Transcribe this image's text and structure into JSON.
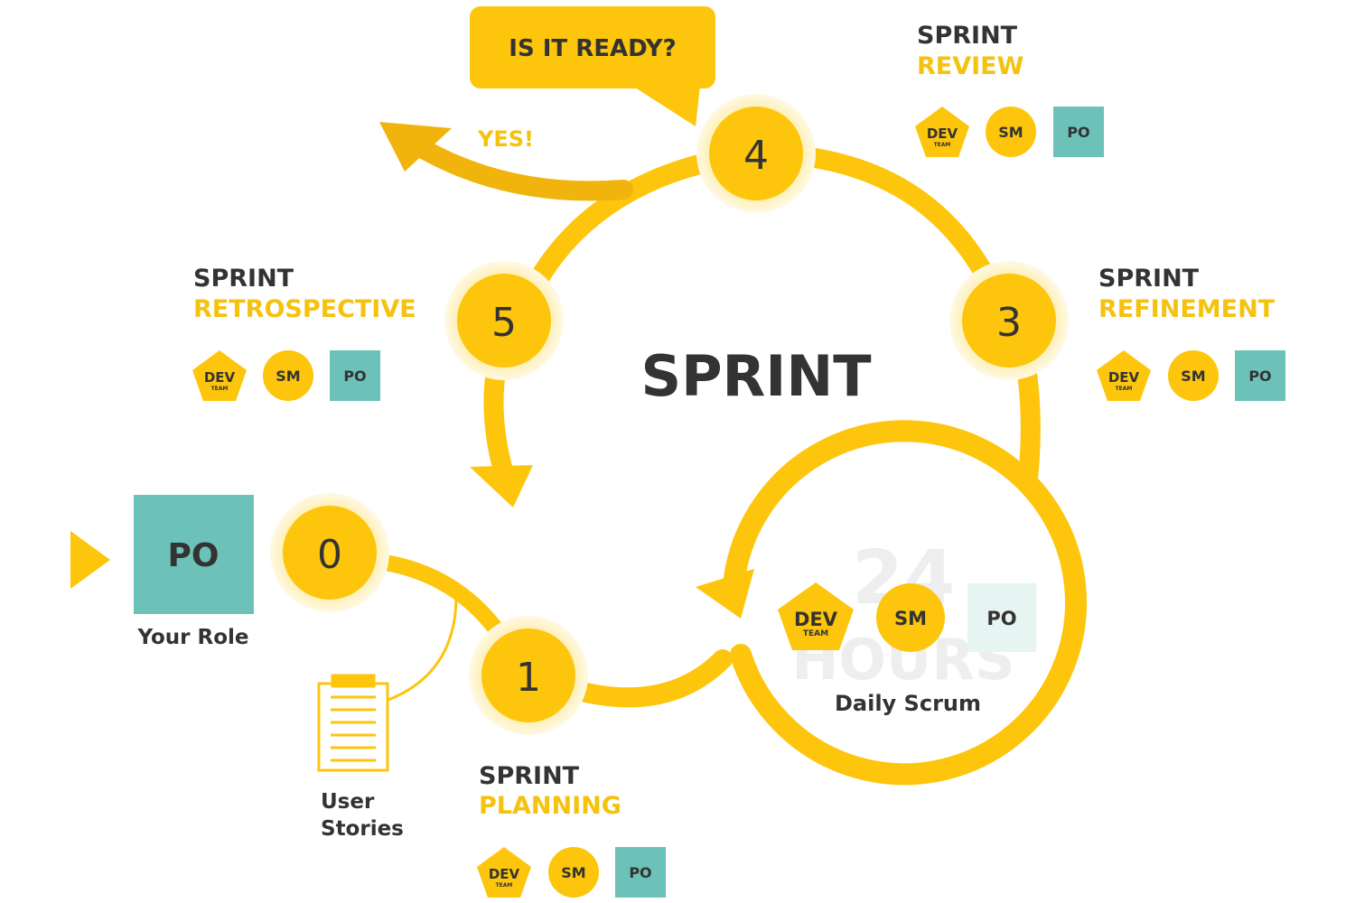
{
  "colors": {
    "accent": "#FDC50C",
    "accent_dark": "#F0B40D",
    "halo": "#FEF3C7",
    "teal": "#6CC2B8",
    "teal_light": "#E6F4F2",
    "text_dark": "#333333",
    "text_gold": "#F5C20E"
  },
  "center_title": "SPRINT",
  "callout": {
    "text": "IS IT READY?",
    "answer": "YES!"
  },
  "steps": [
    {
      "number": "0"
    },
    {
      "number": "1",
      "title_line1": "SPRINT",
      "title_line2": "PLANNING"
    },
    {
      "number": "3",
      "title_line1": "SPRINT",
      "title_line2": "REFINEMENT"
    },
    {
      "number": "4",
      "title_line1": "SPRINT",
      "title_line2": "REVIEW"
    },
    {
      "number": "5",
      "title_line1": "SPRINT",
      "title_line2": "RETROSPECTIVE"
    }
  ],
  "roles": {
    "dev": "DEV",
    "dev_sub": "TEAM",
    "sm": "SM",
    "po": "PO"
  },
  "your_role": {
    "badge": "PO",
    "label": "Your Role"
  },
  "user_stories": {
    "line1": "User",
    "line2": "Stories"
  },
  "daily": {
    "watermark_line1": "24",
    "watermark_line2": "HOURS",
    "label": "Daily Scrum"
  }
}
